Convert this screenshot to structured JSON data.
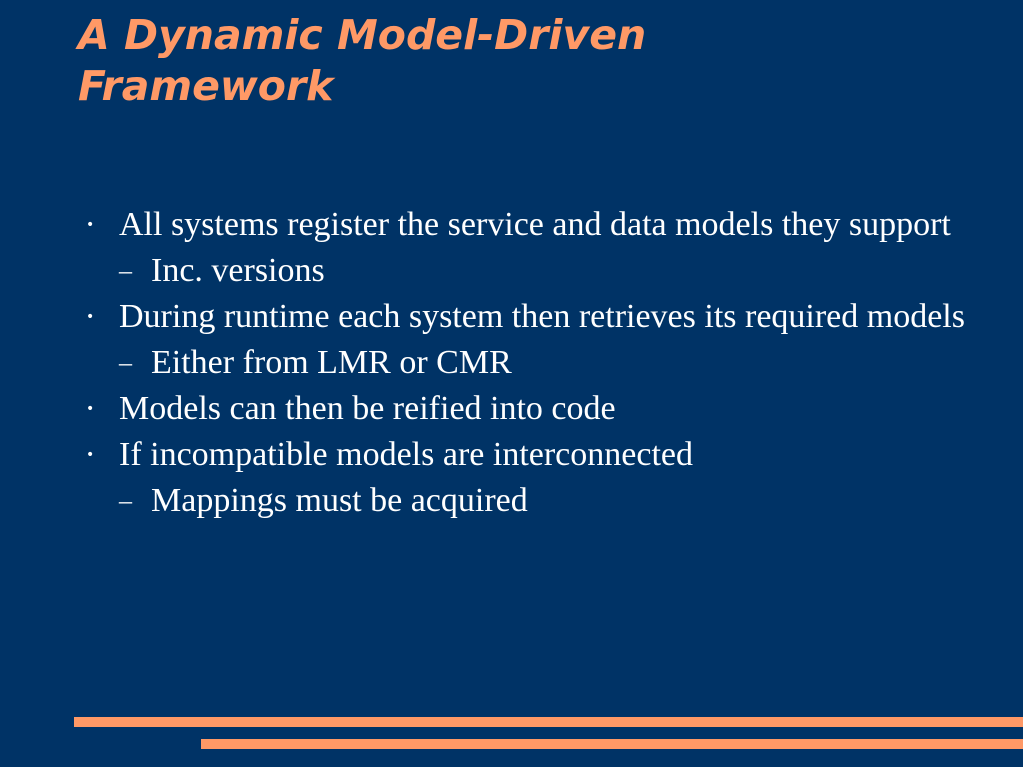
{
  "slide": {
    "title_line1": "A Dynamic Model-Driven",
    "title_line2": "Framework",
    "bullets": [
      {
        "marker": "•",
        "text": "All systems register the service and data models they support"
      },
      {
        "marker": "–",
        "text": "Inc. versions"
      },
      {
        "marker": "•",
        "text": "During runtime each system then retrieves its required models"
      },
      {
        "marker": "–",
        "text": "Either from LMR or CMR"
      },
      {
        "marker": "•",
        "text": "Models can then be reified into code"
      },
      {
        "marker": "•",
        "text": "If incompatible models are interconnected"
      },
      {
        "marker": "–",
        "text": "Mappings must be acquired"
      }
    ]
  },
  "colors": {
    "background": "#003366",
    "accent": "#ff9966",
    "text": "#ffffff"
  }
}
